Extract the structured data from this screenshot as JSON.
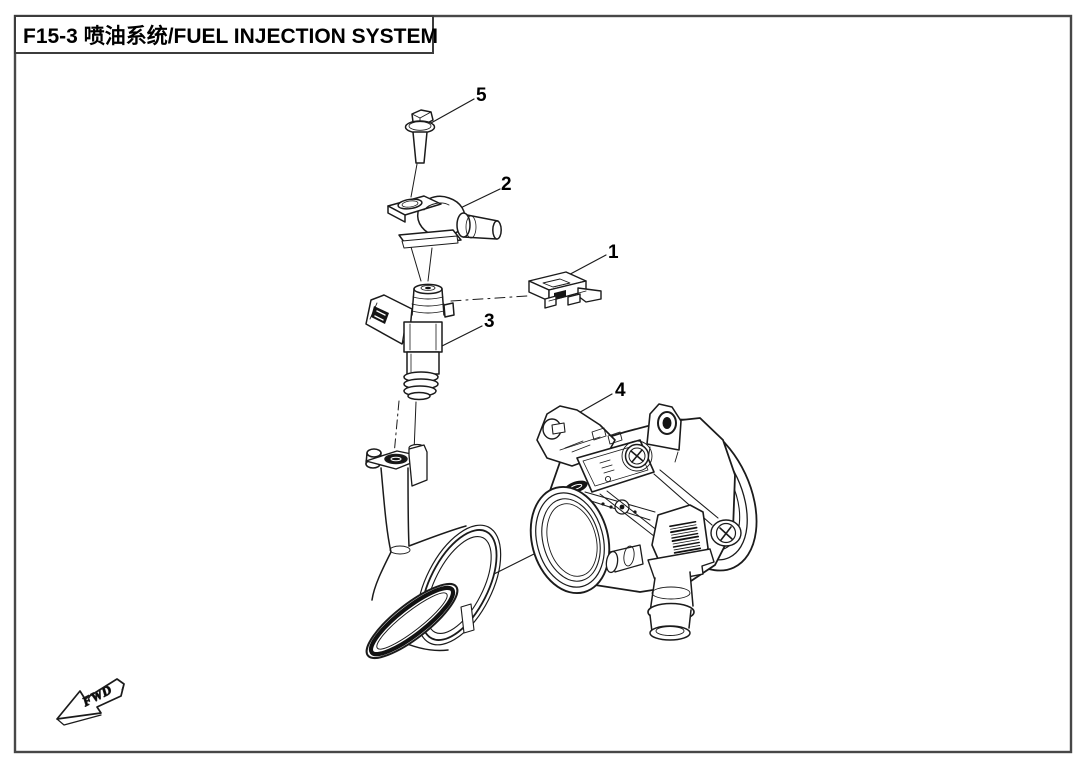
{
  "page": {
    "title": "F15-3 喷油系统/FUEL INJECTION SYSTEM",
    "background_color": "#ffffff",
    "border_color": "#474747",
    "line_color": "#1b1b1b"
  },
  "diagram": {
    "type": "exploded-parts-drawing",
    "direction_label": "FWD",
    "parts": [
      {
        "number": "1"
      },
      {
        "number": "2"
      },
      {
        "number": "3"
      },
      {
        "number": "4"
      },
      {
        "number": "5"
      }
    ]
  }
}
